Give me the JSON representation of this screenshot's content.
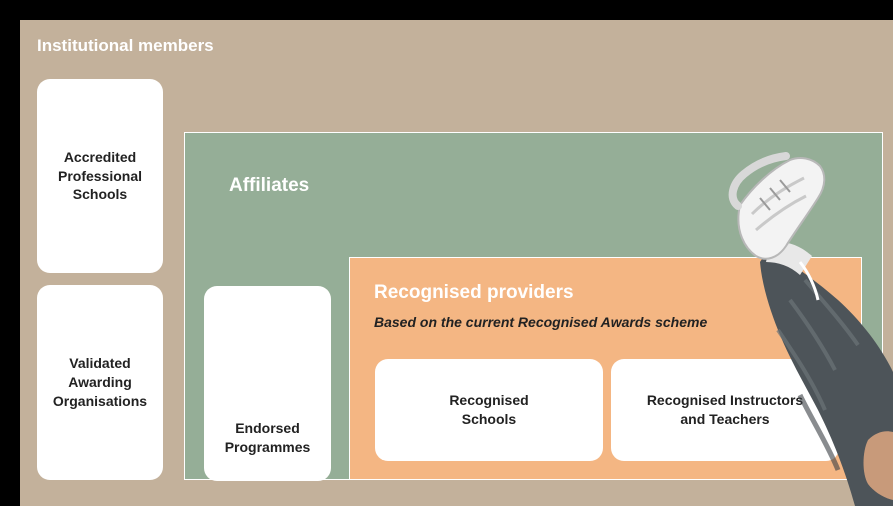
{
  "panel": {
    "title": "Institutional members"
  },
  "institutional_boxes": [
    {
      "label": "Accredited\nProfessional\nSchools"
    },
    {
      "label": "Validated\nAwarding\nOrganisations"
    }
  ],
  "affiliates": {
    "title": "Affiliates",
    "endorsed_label": "Endorsed\nProgrammes"
  },
  "providers": {
    "title": "Recognised providers",
    "subtitle": "Based on the current Recognised Awards scheme",
    "boxes": [
      {
        "label": "Recognised\nSchools"
      },
      {
        "label": "Recognised Instructors\nand Teachers"
      }
    ]
  },
  "colors": {
    "background": "#000000",
    "panel": "#c3b19b",
    "affiliates": "#95ae97",
    "providers": "#f4b683",
    "box": "#ffffff"
  },
  "icons": {
    "decoration": "leg-sneaker-photo"
  }
}
